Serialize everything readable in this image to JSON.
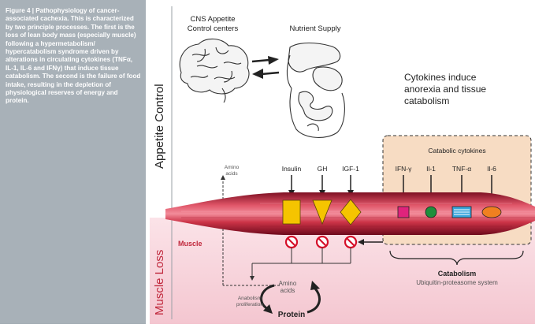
{
  "caption": {
    "figure_label": "Figure 4 |",
    "text": "Pathophysiology of cancer-associated cachexia. This is characterized by two principle processes. The first is the loss of lean body mass (especially muscle) following a hypermetabolism/ hypercatabolism syndrome driven by alterations in circulating cytokines (TNFα, IL-1, IL-6 and IFNγ) that induce tissue catabolism. The second is the failure of food intake, resulting in the depletion of physiological reserves of energy and protein."
  },
  "diagram": {
    "appetite_control": "Appetite Control",
    "muscle_loss": "Muscle Loss",
    "cns_line1": "CNS Appetite",
    "cns_line2": "Control centers",
    "nutrient_supply": "Nutrient Supply",
    "cytokines_line1": "Cytokines induce",
    "cytokines_line2": "anorexia and tissue",
    "cytokines_line3": "catabolism",
    "catabolic_cytokines": "Catabolic cytokines",
    "amino_top_line1": "Amino",
    "amino_top_line2": "acids",
    "insulin": "Insulin",
    "gh": "GH",
    "igf1": "IGF-1",
    "ifn": "IFN-γ",
    "il1": "Il-1",
    "tnf": "TNF-α",
    "il6": "Il-6",
    "muscle": "Muscle",
    "catabolism": "Catabolism",
    "ubiquitin": "Ubiquitin-proteasome system",
    "amino_bottom_line1": "Amino",
    "amino_bottom_line2": "acids",
    "anabolism_line1": "Anabolism",
    "anabolism_line2": "proliferation",
    "protein": "Protein"
  },
  "colors": {
    "sidebar": "#a8b1b8",
    "muscle_red": "#c0283c",
    "loss_pink": "#f8d8df",
    "catabolic_box": "#f7dcc3",
    "insulin_yellow": "#f5c400",
    "ifn_magenta": "#e0237c",
    "il1_green": "#1f8f3c",
    "tnf_blue": "#39a6dc",
    "il6_orange": "#f08020",
    "inhibit_red": "#d5102a"
  }
}
